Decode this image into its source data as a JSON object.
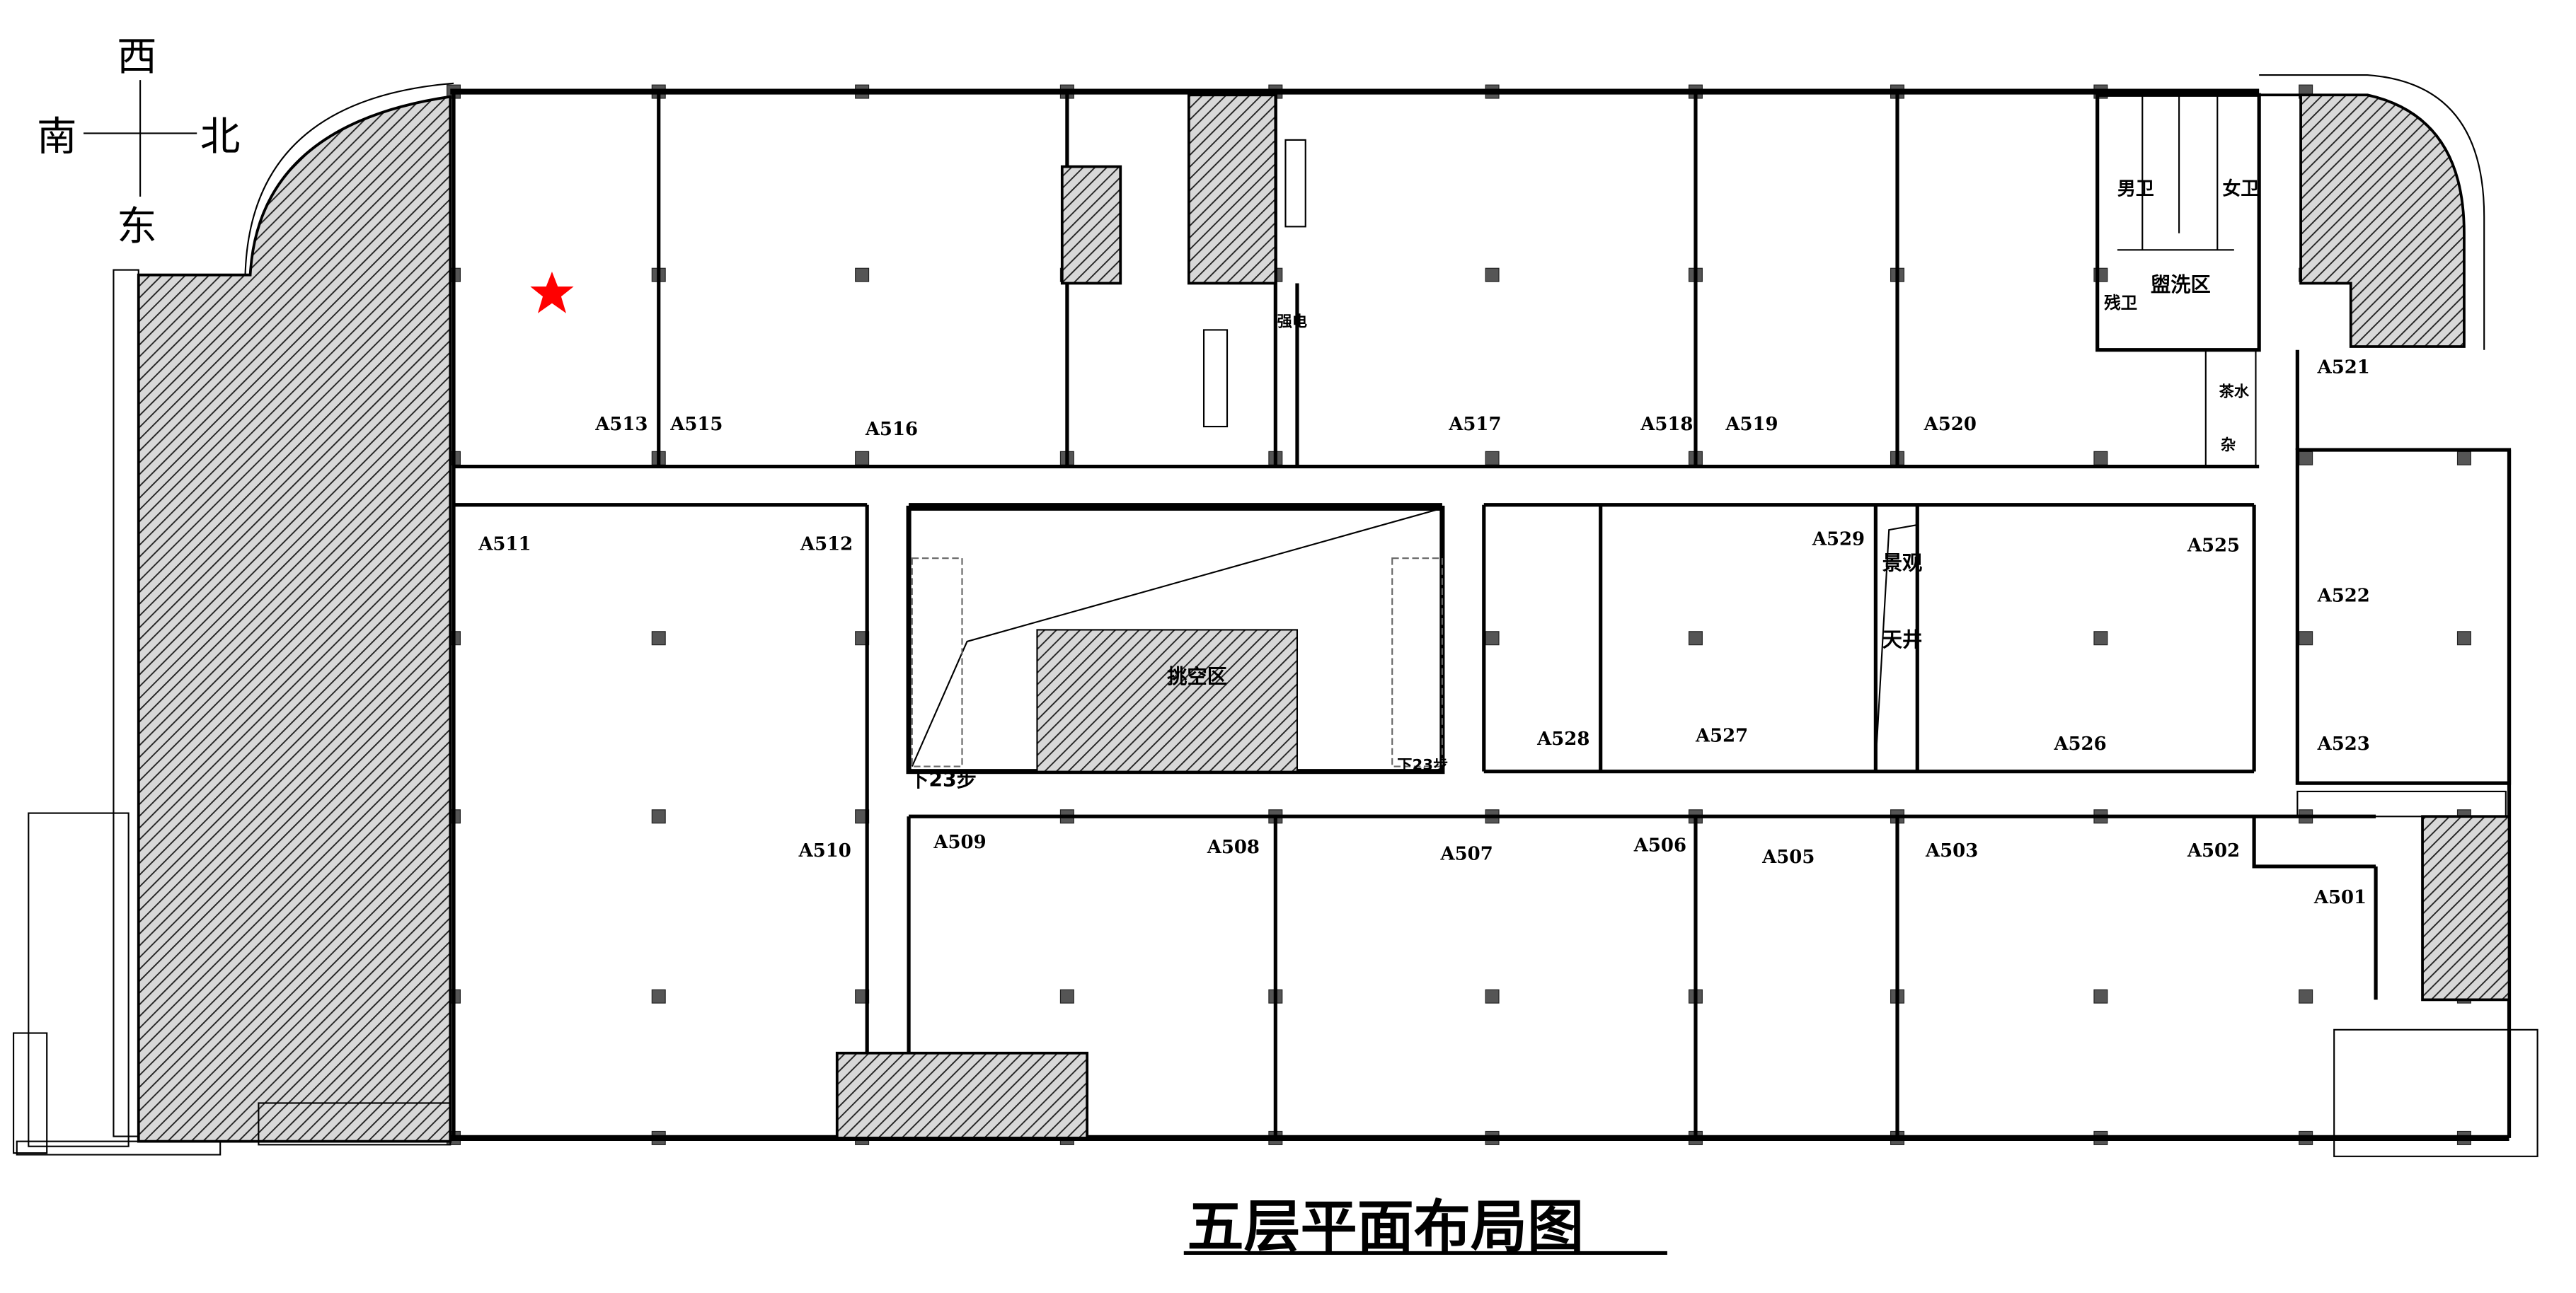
{
  "title": "五层平面布局图",
  "compass": {
    "west": "西",
    "south": "南",
    "north": "北",
    "east": "东"
  },
  "marker": {
    "icon": "star-icon",
    "color": "#ff0000"
  },
  "rooms": {
    "A501": "A501",
    "A502": "A502",
    "A503": "A503",
    "A505": "A505",
    "A506": "A506",
    "A507": "A507",
    "A508": "A508",
    "A509": "A509",
    "A510": "A510",
    "A511": "A511",
    "A512": "A512",
    "A513": "A513",
    "A515": "A515",
    "A516": "A516",
    "A517": "A517",
    "A518": "A518",
    "A519": "A519",
    "A520": "A520",
    "A521": "A521",
    "A522": "A522",
    "A523": "A523",
    "A525": "A525",
    "A526": "A526",
    "A527": "A527",
    "A528": "A528",
    "A529": "A529"
  },
  "areas": {
    "mens_toilet": "男卫",
    "womens_toilet": "女卫",
    "washroom": "盥洗区",
    "accessible_toilet": "残卫",
    "tea": "茶水",
    "storage": "杂",
    "electrical": "强电",
    "atrium": "挑空区",
    "stairs_down_left": "下23步",
    "stairs_down_right": "下23步",
    "courtyard_1": "景观",
    "courtyard_2": "天井"
  }
}
